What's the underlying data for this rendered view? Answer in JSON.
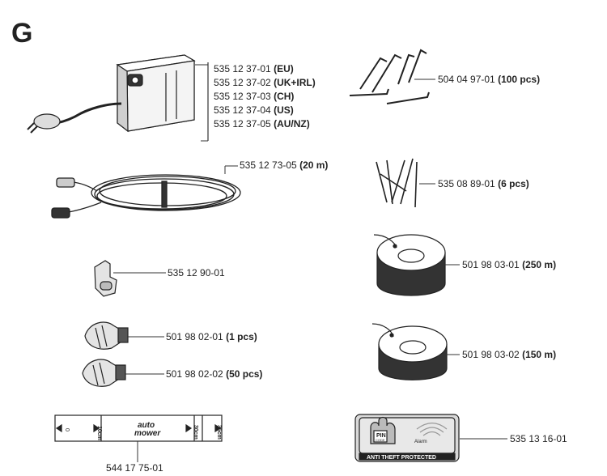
{
  "page_letter": "G",
  "parts": {
    "charger": [
      {
        "number": "535 12 37-01",
        "note": "(EU)"
      },
      {
        "number": "535 12 37-02",
        "note": "(UK+IRL)"
      },
      {
        "number": "535 12 37-03",
        "note": "(CH)"
      },
      {
        "number": "535 12 37-04",
        "note": "(US)"
      },
      {
        "number": "535 12 37-05",
        "note": "(AU/NZ)"
      }
    ],
    "pegs": {
      "number": "504 04 97-01",
      "note": "(100 pcs)"
    },
    "cable": {
      "number": "535 12 73-05",
      "note": "(20 m)"
    },
    "nails": {
      "number": "535 08 89-01",
      "note": "(6 pcs)"
    },
    "connector": {
      "number": "535 12 90-01",
      "note": ""
    },
    "wire_250": {
      "number": "501 98 03-01",
      "note": "(250 m)"
    },
    "coupler_1": {
      "number": "501 98 02-01",
      "note": "(1 pcs)"
    },
    "wire_150": {
      "number": "501 98 03-02",
      "note": "(150 m)"
    },
    "coupler_50": {
      "number": "501 98 02-02",
      "note": "(50 pcs)"
    },
    "gauge": {
      "number": "544 17 75-01",
      "note": ""
    },
    "sticker": {
      "number": "535 13 16-01",
      "note": ""
    }
  },
  "gauge_text": {
    "brand_top": "auto",
    "brand_bottom": "mower",
    "mark_0": "0",
    "mark_10": "10cm",
    "mark_30": "30cm",
    "mark_35": "35cm"
  },
  "sticker_text": {
    "pin": "PIN",
    "code": "CODE",
    "alarm": "Alarm",
    "footer": "ANTI THEFT PROTECTED"
  }
}
